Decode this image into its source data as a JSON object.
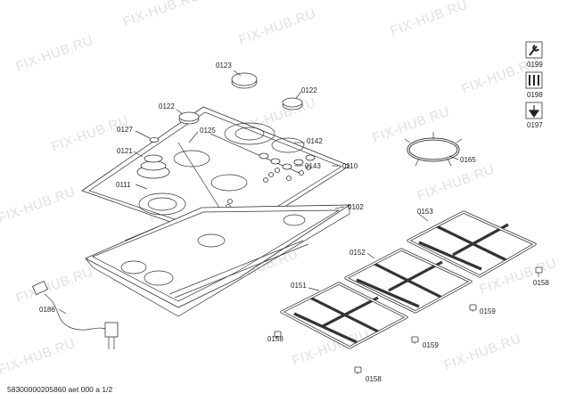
{
  "watermark": "FIX-HUB.RU",
  "footer": "58300000205860 aet 000 a 1/2",
  "labels": {
    "p0123": "0123",
    "p0122a": "0122",
    "p0122b": "0122",
    "p0127": "0127",
    "p0125": "0125",
    "p0121": "0121",
    "p0142": "0142",
    "p0143": "0143",
    "p0110": "0110",
    "p0111": "0111",
    "p0102": "0102",
    "p0165": "0165",
    "p0153": "0153",
    "p0152": "0152",
    "p0151": "0151",
    "p0186": "0186",
    "p0158a": "0158",
    "p0158b": "0158",
    "p0158c": "0158",
    "p0159a": "0159",
    "p0159b": "0159"
  },
  "tools": [
    {
      "label": "0199",
      "icon": "wrench-icon"
    },
    {
      "label": "0198",
      "icon": "screwdriver-set-icon"
    },
    {
      "label": "0197",
      "icon": "grease-icon"
    }
  ]
}
